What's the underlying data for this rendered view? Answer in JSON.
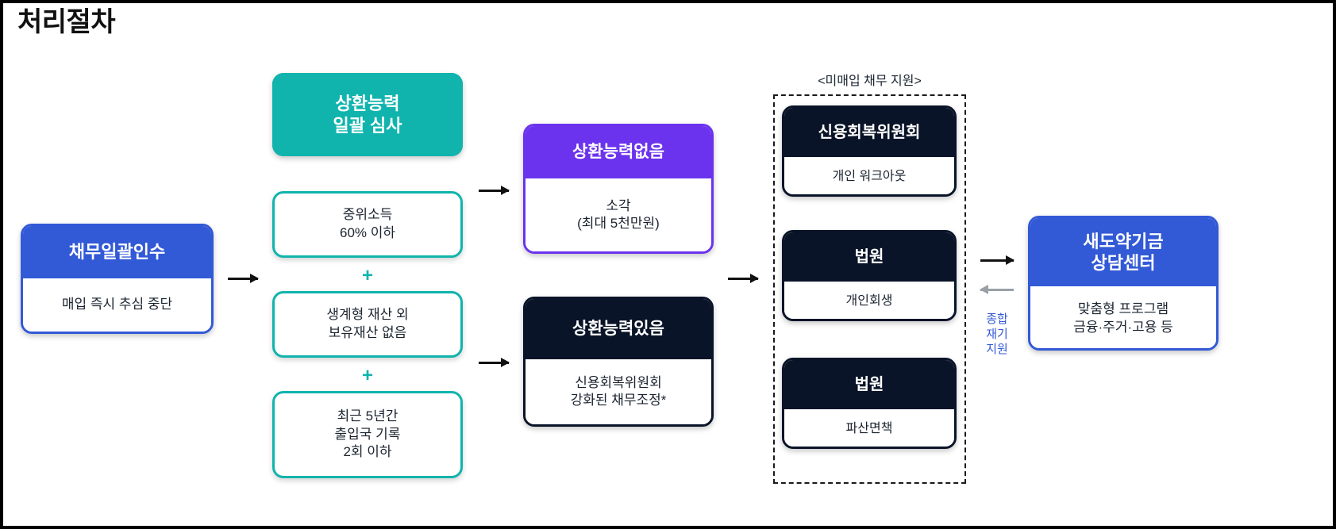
{
  "page": {
    "title": "처리절차",
    "colors": {
      "blue": "#3259d6",
      "teal": "#10b4ad",
      "purple": "#6b33ee",
      "navy": "#0a1428",
      "gray_arrow": "#9aa0a6"
    }
  },
  "acquire": {
    "header": "채무일괄인수",
    "body": "매입 즉시 추심 중단"
  },
  "review": {
    "header_line1": "상환능력",
    "header_line2": "일괄 심사"
  },
  "criteria": [
    {
      "line1": "중위소득",
      "line2": "60% 이하",
      "line3": ""
    },
    {
      "line1": "생계형 재산 외",
      "line2": "보유재산 없음",
      "line3": ""
    },
    {
      "line1": "최근 5년간",
      "line2": "출입국 기록",
      "line3": "2회 이하"
    }
  ],
  "plus_symbol": "+",
  "results": [
    {
      "header": "상환능력없음",
      "body_line1": "소각",
      "body_line2": "(최대 5천만원)"
    },
    {
      "header": "상환능력있음",
      "body_line1": "신용회복위원회",
      "body_line2": "강화된 채무조정*"
    }
  ],
  "support_group": {
    "caption": "<미매입 채무 지원>",
    "items": [
      {
        "header": "신용회복위원회",
        "body": "개인 워크아웃"
      },
      {
        "header": "법원",
        "body": "개인회생"
      },
      {
        "header": "법원",
        "body": "파산면책"
      }
    ]
  },
  "center": {
    "header_line1": "새도약기금",
    "header_line2": "상담센터",
    "body_line1": "맞춤형 프로그램",
    "body_line2": "금융·주거·고용 등"
  },
  "reintegration_label": {
    "line1": "종합",
    "line2": "재기",
    "line3": "지원"
  }
}
